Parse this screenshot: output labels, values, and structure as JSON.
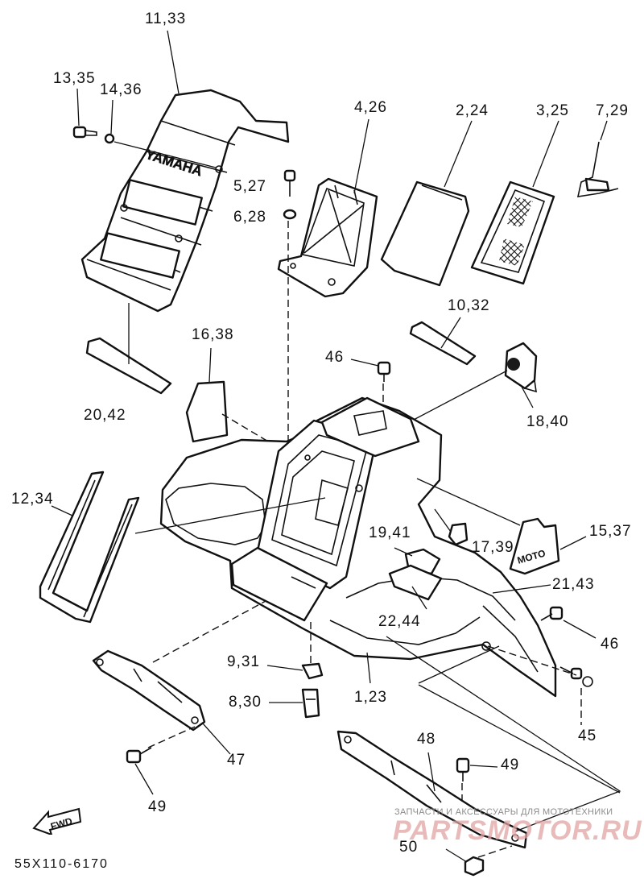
{
  "diagram": {
    "part_labels": {
      "p11_33": "11,33",
      "p13_35": "13,35",
      "p14_36": "14,36",
      "p4_26": "4,26",
      "p2_24": "2,24",
      "p3_25": "3,25",
      "p7_29": "7,29",
      "p5_27": "5,27",
      "p6_28": "6,28",
      "p10_32": "10,32",
      "p16_38": "16,38",
      "p46_top": "46",
      "p18_40": "18,40",
      "p20_42": "20,42",
      "p12_34": "12,34",
      "p19_41": "19,41",
      "p17_39": "17,39",
      "p15_37": "15,37",
      "p21_43": "21,43",
      "p22_44": "22,44",
      "p46_right": "46",
      "p9_31": "9,31",
      "p8_30": "8,30",
      "p1_23": "1,23",
      "p45": "45",
      "p47": "47",
      "p48": "48",
      "p49_right": "49",
      "p49_left": "49",
      "p50": "50"
    },
    "emblem_text": "YAMAHA",
    "badge_text": "MOTO",
    "direction_text": "FWD",
    "drawing_code": "55X110-6170"
  },
  "watermark": {
    "caption": "ЗАПЧАСТИ И АКСЕССУАРЫ ДЛЯ МОТОТЕХНИКИ",
    "logo": "PARTSMOTOR.RU"
  }
}
